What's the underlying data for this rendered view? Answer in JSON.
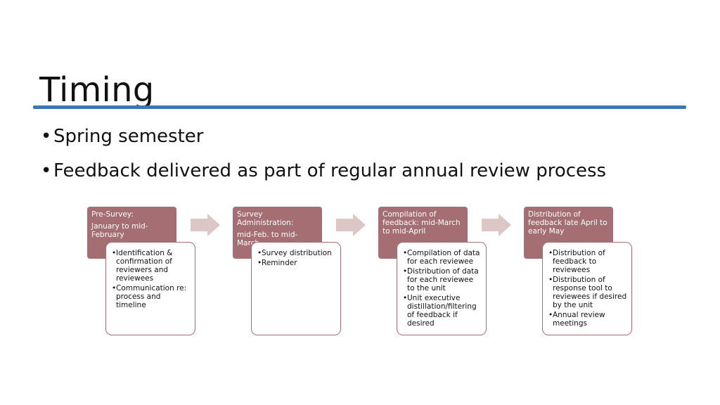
{
  "slide": {
    "title": "Timing",
    "bullets": [
      "Spring semester",
      "Feedback delivered as part of regular annual review process"
    ]
  },
  "process": {
    "steps": [
      {
        "header_lines": [
          "Pre-Survey:",
          "January to mid-",
          "February"
        ],
        "details": [
          "Identification & confirmation of reviewers and reviewees",
          "Communication re: process and timeline"
        ]
      },
      {
        "header_lines": [
          "Survey Administration:",
          "mid-Feb. to mid-March"
        ],
        "details": [
          "Survey distribution",
          "Reminder"
        ]
      },
      {
        "header_lines": [
          "Compilation of",
          "feedback: mid-March",
          "to mid-April"
        ],
        "details": [
          "Compilation of data for each reviewee",
          "Distribution of data for each reviewee to the unit",
          "Unit executive distillation/filtering of feedback if desired"
        ]
      },
      {
        "header_lines": [
          "Distribution of",
          "feedback late April to",
          "early May"
        ],
        "details": [
          "Distribution of feedback to reviewees",
          "Distribution of response tool to reviewees if desired by the unit",
          "Annual review meetings"
        ]
      }
    ]
  },
  "colors": {
    "title_rule": "#3a76b8",
    "step_header": "#a56e72",
    "details_border": "#a56e72",
    "arrow": "#dcc6c6"
  },
  "icons": {
    "bullet": "•",
    "flow_arrow": "right-arrow"
  }
}
